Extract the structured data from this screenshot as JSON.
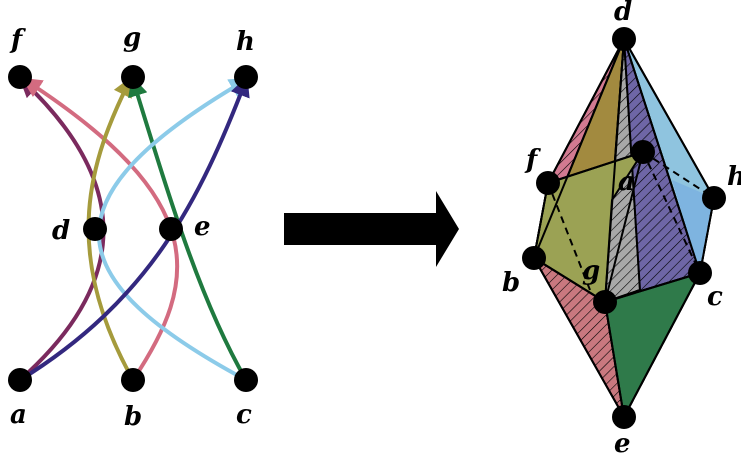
{
  "labels": {
    "left": {
      "f": "f",
      "g": "g",
      "h": "h",
      "d": "d",
      "e": "e",
      "a": "a",
      "b": "b",
      "c": "c"
    },
    "right": {
      "d": "d",
      "f": "f",
      "a": "a",
      "h": "h",
      "b": "b",
      "g": "g",
      "c": "c",
      "e": "e"
    }
  },
  "colors": {
    "magenta_dark": "#7b2a5e",
    "pink": "#d36b80",
    "olive": "#a59b3c",
    "green": "#1f7a3f",
    "light_blue": "#8ccbe9",
    "navy": "#33287f",
    "face_olive": "#9ba254",
    "face_mustard": "#a28a3f",
    "face_pink": "#d27a91",
    "face_grey": "#a8a8a8",
    "face_purple": "#6e66a6",
    "face_skyblue": "#7eb4e0",
    "face_green": "#2f7a4a",
    "face_rose": "#c9787f",
    "face_lightblue": "#8fc4df"
  },
  "arrow": {
    "color": "#000000"
  }
}
